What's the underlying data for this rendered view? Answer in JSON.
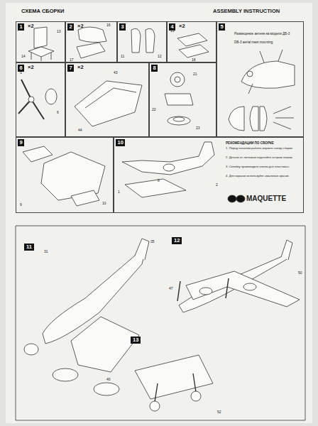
{
  "diagram": {
    "title": "СХЕМА СБОРКИ",
    "nodes": [
      {
        "text": [
          "1",
          "×2"
        ]
      },
      {
        "text": [
          "2",
          "×2"
        ]
      },
      {
        "text": [
          "3"
        ]
      },
      {
        "text": [
          "4",
          "×2"
        ]
      },
      {
        "text": [
          "5",
          "Размещение антенн на модели ДБ-3",
          "DB-3 aerial mast mounting"
        ]
      },
      {
        "text": [
          "6",
          "×2"
        ]
      },
      {
        "text": [
          "7",
          "×2"
        ]
      },
      {
        "text": [
          "8"
        ]
      },
      {
        "text": [
          "9"
        ]
      },
      {
        "text": [
          "10"
        ]
      },
      {
        "text": [
          "11"
        ]
      },
      {
        "text": [
          "12"
        ]
      },
      {
        "text": [
          "13"
        ]
      }
    ],
    "labels": [
      "ASSEMBLY INSTRUCTION",
      "MAQUETTE",
      "РЕКОМЕНДАЦИИ ПО СБОРКЕ",
      "1. Перед началом работы изучите схему сборки.",
      "2. Детали от литников отделяйте острым ножом.",
      "3. Склейку производите клеем для пластмасс.",
      "4. Для окраски используйте эмалевые краски.",
      "13",
      "14",
      "16",
      "17",
      "11",
      "12",
      "15",
      "18",
      "5",
      "6",
      "43",
      "44",
      "21",
      "22",
      "23",
      "9",
      "10",
      "1",
      "2",
      "8",
      "31",
      "35",
      "40",
      "50",
      "47",
      "52"
    ]
  }
}
